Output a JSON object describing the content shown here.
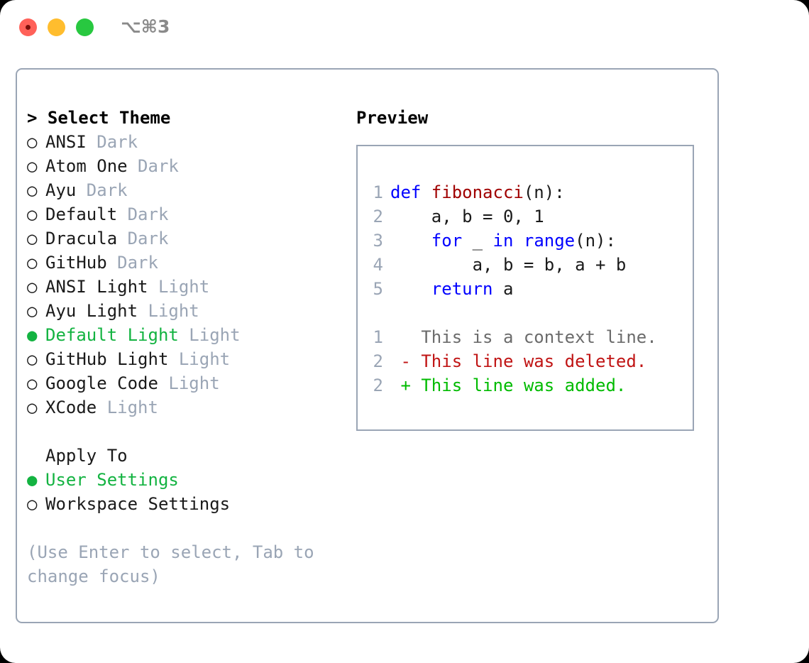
{
  "titlebar": {
    "shortcut": "⌥⌘3",
    "buttons": [
      {
        "name": "close",
        "color": "#ff6159"
      },
      {
        "name": "minimize",
        "color": "#ffbd2e"
      },
      {
        "name": "maximize",
        "color": "#28c840"
      }
    ]
  },
  "colors": {
    "border": "#9aa5b5",
    "selected_green": "#13b341",
    "muted": "#9aa5b5",
    "keyword_blue": "#0000ff",
    "function_red": "#a00000",
    "diff_delete": "#c01414",
    "diff_add": "#00bb00",
    "context_gray": "#6b6b6b"
  },
  "theme_picker": {
    "heading_prompt": "> ",
    "heading": "Select Theme",
    "bullet_selected": "●",
    "bullet_unselected": "○",
    "items": [
      {
        "label": "ANSI",
        "variant": "Dark",
        "selected": false
      },
      {
        "label": "Atom One",
        "variant": "Dark",
        "selected": false
      },
      {
        "label": "Ayu",
        "variant": "Dark",
        "selected": false
      },
      {
        "label": "Default",
        "variant": "Dark",
        "selected": false
      },
      {
        "label": "Dracula",
        "variant": "Dark",
        "selected": false
      },
      {
        "label": "GitHub",
        "variant": "Dark",
        "selected": false
      },
      {
        "label": "ANSI Light",
        "variant": "Light",
        "selected": false
      },
      {
        "label": "Ayu Light",
        "variant": "Light",
        "selected": false
      },
      {
        "label": "Default Light",
        "variant": "Light",
        "selected": true
      },
      {
        "label": "GitHub Light",
        "variant": "Light",
        "selected": false
      },
      {
        "label": "Google Code",
        "variant": "Light",
        "selected": false
      },
      {
        "label": "XCode",
        "variant": "Light",
        "selected": false
      }
    ]
  },
  "apply_to": {
    "heading": "Apply To",
    "options": [
      {
        "label": "User Settings",
        "selected": true
      },
      {
        "label": "Workspace Settings",
        "selected": false
      }
    ]
  },
  "hint": "(Use Enter to select, Tab to change focus)",
  "preview": {
    "title": "Preview",
    "code_lines": [
      {
        "num": "1",
        "tokens": [
          {
            "t": "def ",
            "c": "kw"
          },
          {
            "t": "fibonacci",
            "c": "fn"
          },
          {
            "t": "(n):",
            "c": "pl"
          }
        ]
      },
      {
        "num": "2",
        "tokens": [
          {
            "t": "    a, b = 0, 1",
            "c": "pl"
          }
        ]
      },
      {
        "num": "3",
        "tokens": [
          {
            "t": "    ",
            "c": "pl"
          },
          {
            "t": "for",
            "c": "kw"
          },
          {
            "t": " _ ",
            "c": "pl"
          },
          {
            "t": "in",
            "c": "kw"
          },
          {
            "t": " ",
            "c": "pl"
          },
          {
            "t": "range",
            "c": "kw"
          },
          {
            "t": "(n):",
            "c": "pl"
          }
        ]
      },
      {
        "num": "4",
        "tokens": [
          {
            "t": "        a, b = b, a + b",
            "c": "pl"
          }
        ]
      },
      {
        "num": "5",
        "tokens": [
          {
            "t": "    ",
            "c": "pl"
          },
          {
            "t": "return",
            "c": "kw"
          },
          {
            "t": " a",
            "c": "pl"
          }
        ]
      }
    ],
    "diff_lines": [
      {
        "num": "1",
        "marker": "  ",
        "text": "This is a context line.",
        "kind": "ctx"
      },
      {
        "num": "2",
        "marker": "- ",
        "text": "This line was deleted.",
        "kind": "del"
      },
      {
        "num": "2",
        "marker": "+ ",
        "text": "This line was added.",
        "kind": "add"
      }
    ]
  }
}
